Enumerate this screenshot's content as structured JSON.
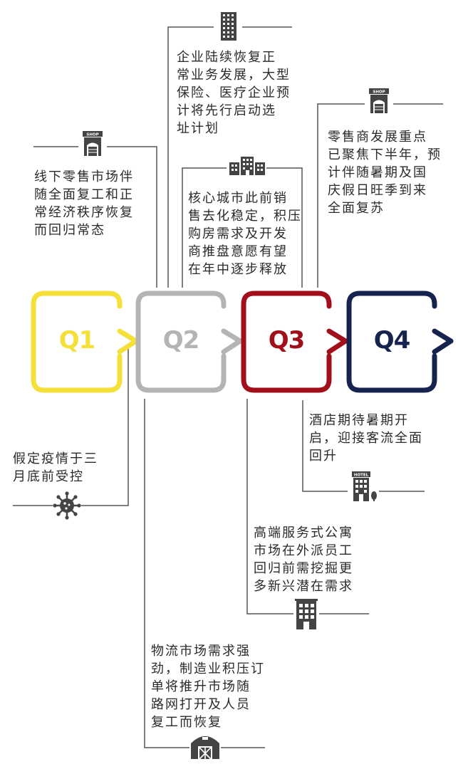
{
  "quarters": [
    {
      "label": "Q1",
      "color": "#f5e03a"
    },
    {
      "label": "Q2",
      "color": "#b4b4b4"
    },
    {
      "label": "Q3",
      "color": "#a10f1a"
    },
    {
      "label": "Q4",
      "color": "#17234f"
    }
  ],
  "line_color": "#555555",
  "notes": {
    "q1_top": [
      "线下零售市场伴",
      "随全面复工和正",
      "常经济秩序恢复",
      "而回归常态"
    ],
    "q1_bottom": [
      "假定疫情于三",
      "月底前受控"
    ],
    "q2_top_office": [
      "企业陆续恢复正",
      "常业务发展，大型",
      "保险、医疗企业预",
      "计将先行启动选",
      "址计划"
    ],
    "q2_top_residential": [
      "核心城市此前销",
      "售去化稳定，积压",
      "购房需求及开发",
      "商推盘意愿有望",
      "在年中逐步释放"
    ],
    "q2_bottom": [
      "物流市场需求强",
      "劲，制造业积压订",
      "单将推升市场随",
      "路网打开及人员",
      "复工而恢复"
    ],
    "q3_top": [
      "零售商发展重点",
      "已聚焦下半年，预",
      "计伴随暑期及国",
      "庆假日旺季到来",
      "全面复苏"
    ],
    "q3_bottom_hotel": [
      "酒店期待暑期开",
      "启，迎接客流全面",
      "回升"
    ],
    "q3_bottom_apartment": [
      "高端服务式公寓",
      "市场在外派员工",
      "回归前需挖掘更",
      "多新兴潜在需求"
    ]
  },
  "icons": {
    "shop_sign": "SHOP",
    "hotel_sign": "HOTEL",
    "names": [
      "shop-icon",
      "office-tower-icon",
      "residential-building-icon",
      "virus-icon",
      "hotel-icon",
      "apartment-building-icon",
      "warehouse-icon"
    ]
  }
}
